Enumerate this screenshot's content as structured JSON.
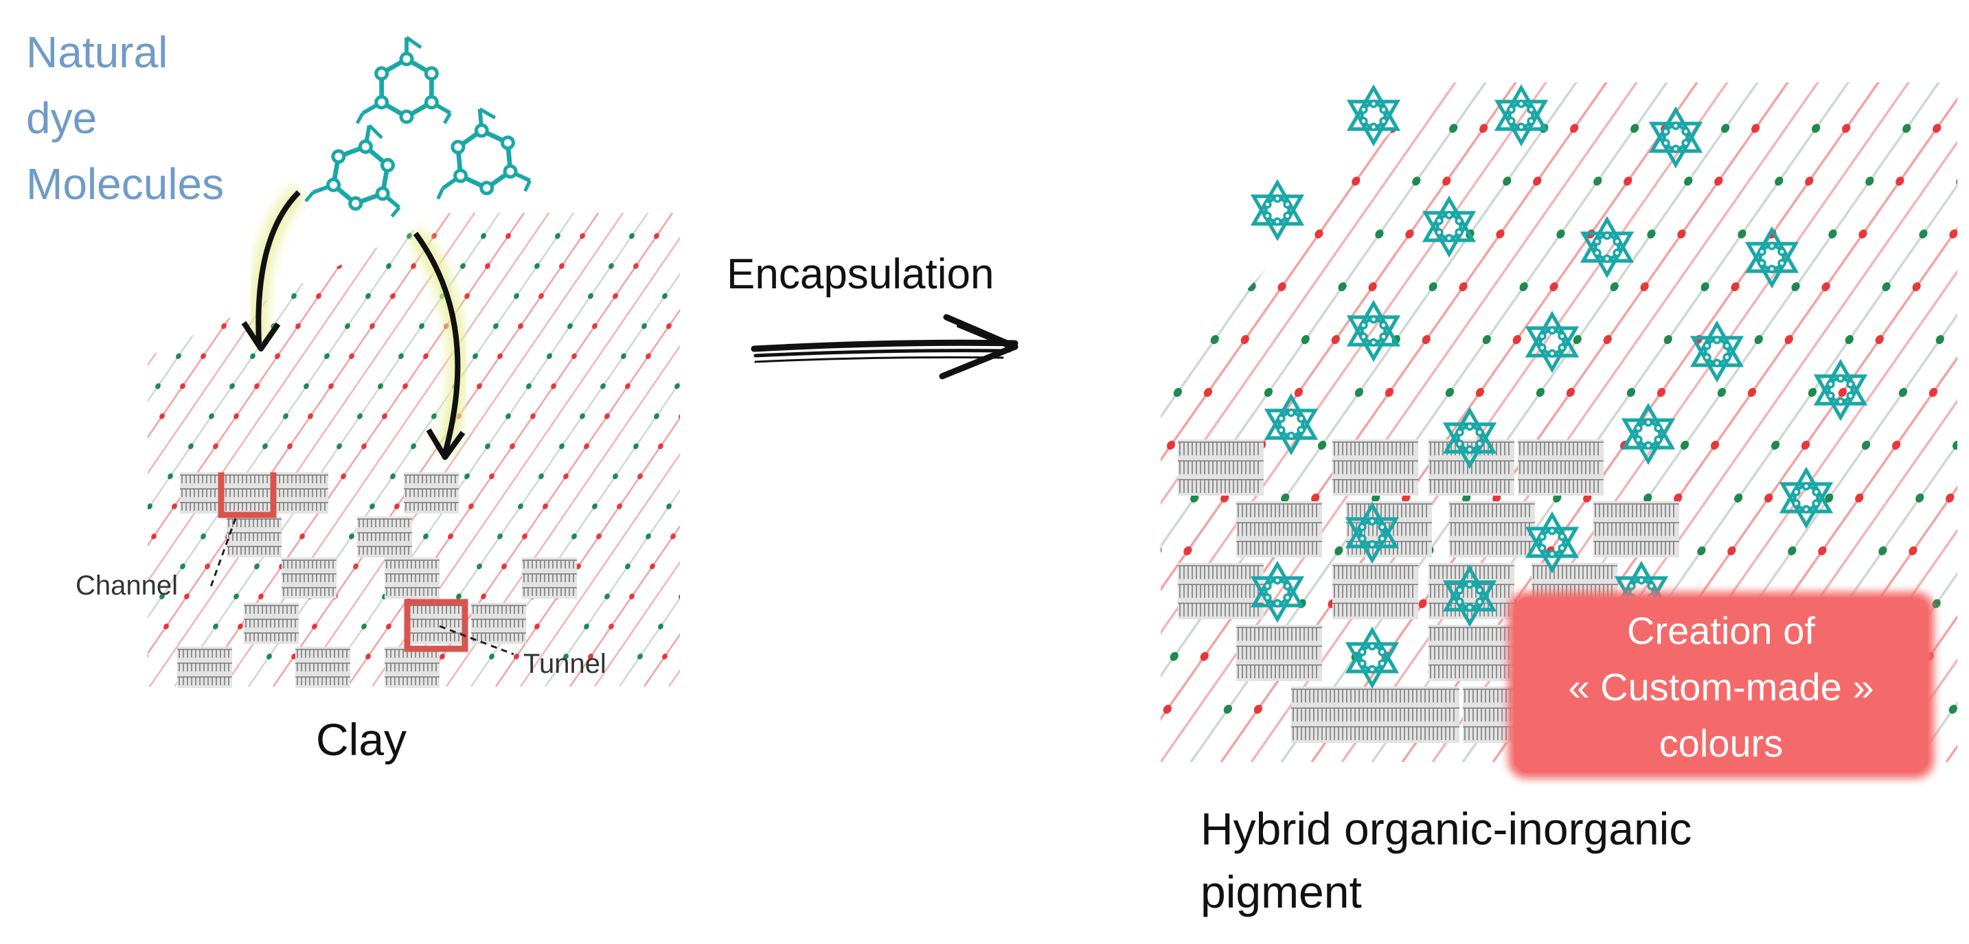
{
  "labels": {
    "natural_dye_line1": "Natural",
    "natural_dye_line2": "dye",
    "natural_dye_line3": "Molecules",
    "channel": "Channel",
    "tunnel": "Tunnel",
    "clay": "Clay",
    "encapsulation": "Encapsulation",
    "custom_line1": "Creation of",
    "custom_line2": "« Custom-made »",
    "custom_line3": "colours",
    "hybrid_line1": "Hybrid organic-inorganic",
    "hybrid_line2": "pigment"
  },
  "colors": {
    "dye_label": "#6f9bc9",
    "molecule": "#1aa7a7",
    "fiber_red": "#e8373a",
    "fiber_green": "#1e8a4e",
    "fiber_pink": "#f3b5b5",
    "clay_block": "#8f8f8f",
    "channel_box": "#d9534f",
    "arrow": "#111111",
    "badge": "#f46a6a",
    "badge_text": "#ffffff",
    "text": "#111111",
    "annotation": "#333333"
  },
  "icons": {
    "molecule": "hexagonal-ring-molecule-icon",
    "curved_arrow": "curved-arrow-icon",
    "straight_arrow": "encapsulation-arrow-icon"
  }
}
